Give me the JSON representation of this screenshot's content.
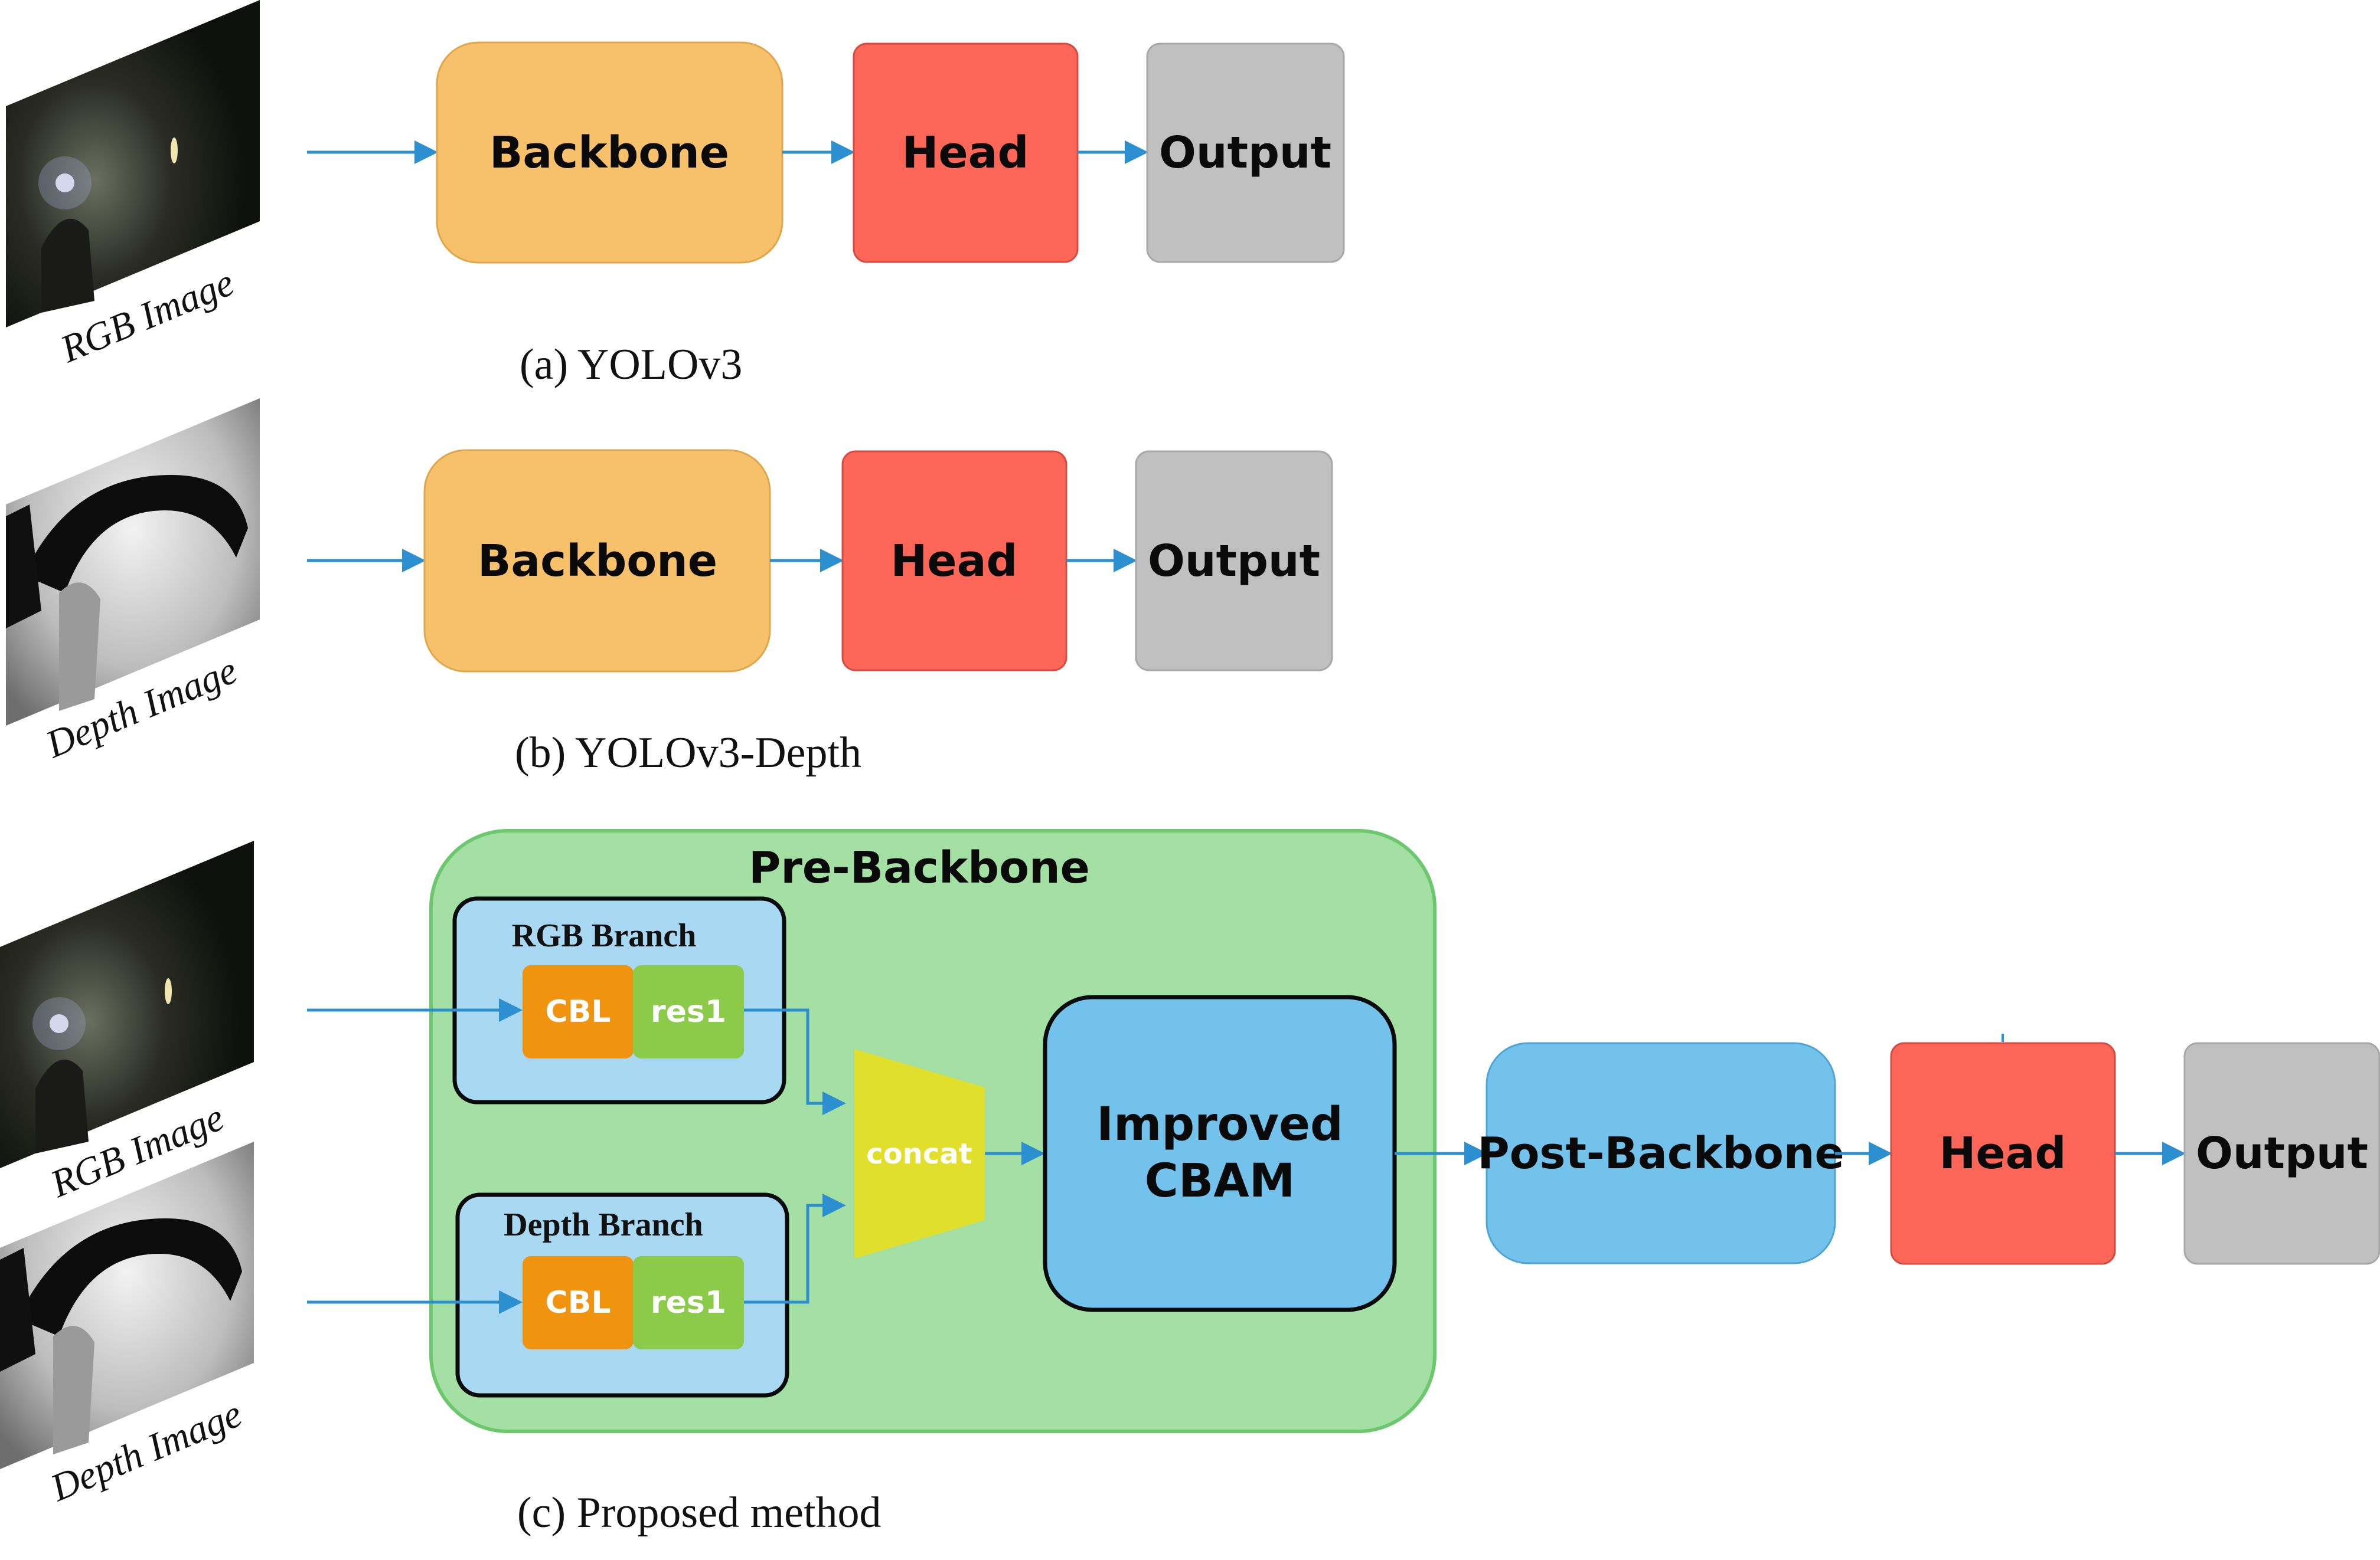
{
  "colors": {
    "backbone": "#f7c06b",
    "head": "#fe6658",
    "output": "#c0c0c0",
    "pre_backbone": "#a4e0a4",
    "branch": "#a9d8f2",
    "cbl": "#f0940f",
    "res1": "#8cca4a",
    "concat": "#e0e02c",
    "cbam": "#72c2eb",
    "post_backbone": "#72c2eb",
    "arrow": "#2b8fd0"
  },
  "panel_a": {
    "input_label": "RGB Image",
    "backbone": "Backbone",
    "head": "Head",
    "output": "Output",
    "caption": "(a) YOLOv3"
  },
  "panel_b": {
    "input_label": "Depth Image",
    "backbone": "Backbone",
    "head": "Head",
    "output": "Output",
    "caption": "(b) YOLOv3-Depth"
  },
  "panel_c": {
    "rgb_input_label": "RGB Image",
    "depth_input_label": "Depth Image",
    "pre_backbone": "Pre-Backbone",
    "rgb_branch": "RGB Branch",
    "depth_branch": "Depth Branch",
    "cbl": "CBL",
    "res1": "res1",
    "concat": "concat",
    "cbam_line1": "Improved",
    "cbam_line2": "CBAM",
    "post_backbone": "Post-Backbone",
    "head": "Head",
    "output": "Output",
    "caption": "(c) Proposed method"
  }
}
